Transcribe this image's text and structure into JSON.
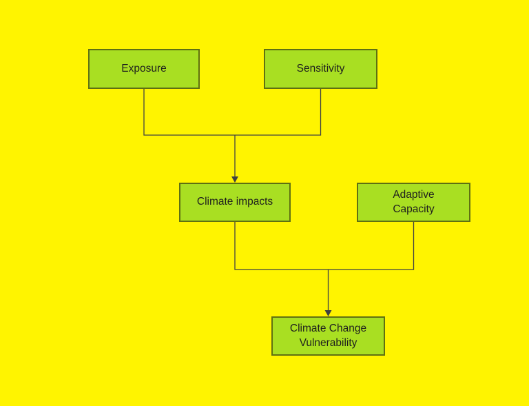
{
  "diagram": {
    "background_color": "#FFF400",
    "node_fill_color": "#A9DF22",
    "node_border_color": "#5F7012",
    "connector_color": "#3F4143",
    "text_color": "#1E1E1E",
    "nodes": [
      {
        "id": "exposure",
        "label": "Exposure",
        "lines": [
          "Exposure"
        ]
      },
      {
        "id": "sensitivity",
        "label": "Sensitivity",
        "lines": [
          "Sensitivity"
        ]
      },
      {
        "id": "climate-impacts",
        "label": "Climate impacts",
        "lines": [
          "Climate impacts"
        ]
      },
      {
        "id": "adaptive-capacity",
        "label": "Adaptive Capacity",
        "lines": [
          "Adaptive",
          "Capacity"
        ]
      },
      {
        "id": "climate-change-vulnerability",
        "label": "Climate Change Vulnerability",
        "lines": [
          "Climate Change",
          "Vulnerability"
        ]
      }
    ],
    "edges": [
      {
        "from": "exposure",
        "to": "climate-impacts"
      },
      {
        "from": "sensitivity",
        "to": "climate-impacts"
      },
      {
        "from": "climate-impacts",
        "to": "climate-change-vulnerability"
      },
      {
        "from": "adaptive-capacity",
        "to": "climate-change-vulnerability"
      }
    ]
  }
}
